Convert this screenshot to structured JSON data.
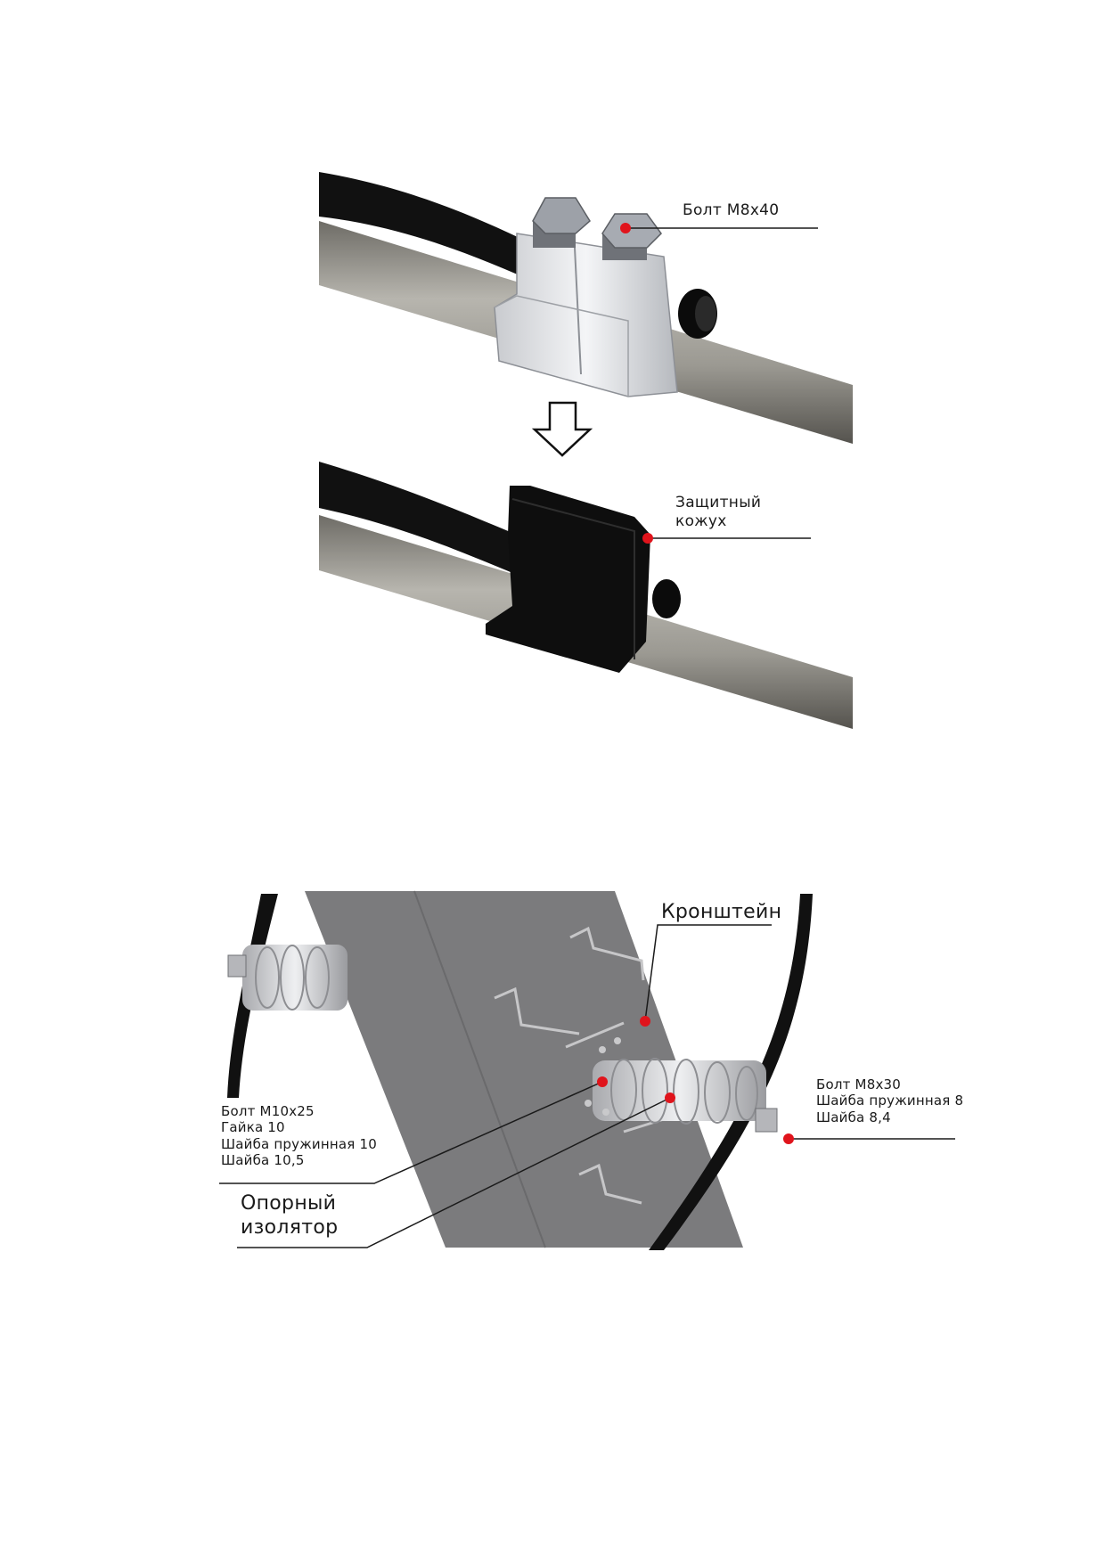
{
  "figure_top": {
    "bolt_label": "Болт М8х40",
    "cover_label_line1": "Защитный",
    "cover_label_line2": "кожух"
  },
  "figure_bottom": {
    "bracket_label": "Кронштейн",
    "right_fasteners": [
      "Болт М8х30",
      "Шайба пружинная 8",
      "Шайба 8,4"
    ],
    "left_fasteners": [
      "Болт М10х25",
      "Гайка 10",
      "Шайба пружинная 10",
      "Шайба 10,5"
    ],
    "insulator_label_line1": "Опорный",
    "insulator_label_line2": "изолятор"
  },
  "colors": {
    "callout_dot": "#e0141c",
    "cable": "#111111",
    "rod": "#9a9890",
    "bracket": "#7b7b7d"
  },
  "icons": [
    "down-arrow-icon"
  ]
}
